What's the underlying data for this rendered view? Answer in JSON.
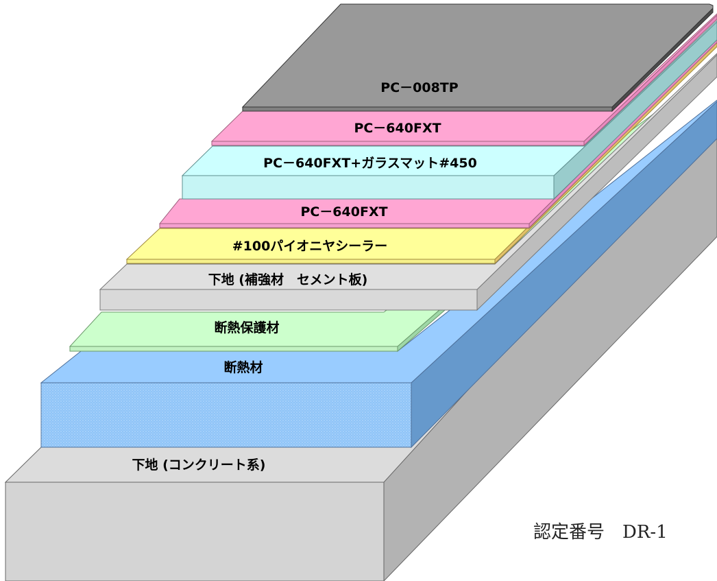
{
  "layers": [
    {
      "key": "topcoat",
      "label": "PC－008TP",
      "top": "#999999",
      "side": "#4d4d4d",
      "front": "#808080"
    },
    {
      "key": "coat2",
      "label": "PC－640FXT",
      "top": "#ffa6d3",
      "side": "#e98ac0",
      "front": "#f4a0cf"
    },
    {
      "key": "glassmat",
      "label": "PC－640FXT+ガラスマット#450",
      "top": "#ccffff",
      "side": "#99cccc",
      "front": "#c6f5f5"
    },
    {
      "key": "coat1",
      "label": "PC－640FXT",
      "top": "#ffa6d3",
      "side": "#e98ac0",
      "front": "#f4a0cf"
    },
    {
      "key": "primer",
      "label": "#100パイオニヤシーラー",
      "top": "#ffff99",
      "side": "#e3c26b",
      "front": "#f5f08a"
    },
    {
      "key": "cement_board",
      "label": "下地 (補強材　セメント板)",
      "top": "#e0e0e0",
      "side": "#bdbdbd",
      "front": "#d9d9d9"
    },
    {
      "key": "protection",
      "label": "断熱保護材",
      "top": "#ccffcc",
      "side": "#9fd8a7",
      "front": "#c2f2c2"
    },
    {
      "key": "insulation",
      "label": "断熱材",
      "top": "#99ccff",
      "side": "#6699cc",
      "front": "#8fc4f7"
    },
    {
      "key": "substrate",
      "label": "下地 (コンクリート系)",
      "top": "#dcdcdc",
      "side": "#b3b3b3",
      "front": "#d4d4d4"
    }
  ],
  "certification": {
    "text": "認定番号　DR-1"
  }
}
